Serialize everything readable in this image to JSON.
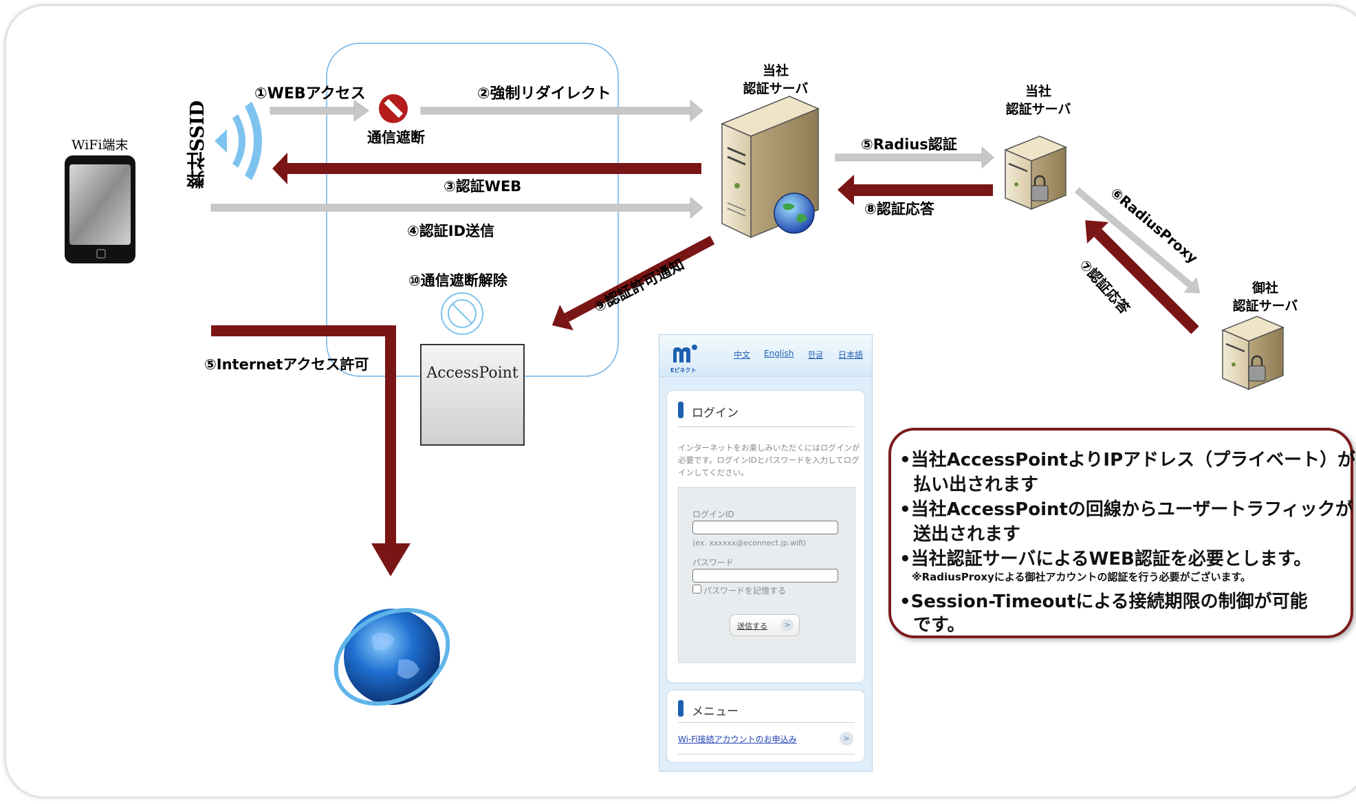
{
  "labels": {
    "wifi_terminal": "WiFi端末",
    "ssid": "弊社SSID",
    "step1": "①WEBアクセス",
    "step2": "②強制リダイレクト",
    "block": "通信遮断",
    "step3": "③認証WEB",
    "step4": "④認証ID送信",
    "step10": "⑩通信遮断解除",
    "step9": "⑨認証許可通知",
    "step5_internet": "⑤Internetアクセス許可",
    "access_point": "AccessPoint",
    "auth_server_main_line1": "当社",
    "auth_server_main_line2": "認証サーバ",
    "auth_server_radius_line1": "当社",
    "auth_server_radius_line2": "認証サーバ",
    "client_server_line1": "御社",
    "client_server_line2": "認証サーバ",
    "step5_radius": "⑤Radius認証",
    "step8": "⑧認証応答",
    "step6": "⑥RadiusProxy",
    "step7": "⑦認証応答"
  },
  "login_screen": {
    "logo_text": "Eビネクト",
    "languages": [
      "中文",
      "English",
      "한글",
      "日本語"
    ],
    "login_title": "ログイン",
    "description": "インターネットをお楽しみいただくにはログインが必要です。ログインIDとパスワードを入力してログインしてください。",
    "login_id_label": "ログインID",
    "login_id_hint": "(ex. xxxxxx@econnect.jp.wifi)",
    "password_label": "パスワード",
    "remember_label": "パスワードを記憶する",
    "send_button": "送信する",
    "menu_title": "メニュー",
    "menu_link": "Wi-Fi接続アカウントのお申込み"
  },
  "info_box": {
    "line1a": "•当社AccessPointよりIPアドレス（プライベート）が",
    "line1b": "払い出されます",
    "line2a": "•当社AccessPointの回線からユーザートラフィックが",
    "line2b": "送出されます",
    "line3": "•当社認証サーバによるWEB認証を必要とします。",
    "line3_note": "※RadiusProxyによる御社アカウントの認証を行う必要がございます。",
    "line4a": "•Session-Timeoutによる接続期限の制御が可能",
    "line4b": "です。"
  },
  "colors": {
    "dark_red": "#7a1515",
    "grey_arrow": "#c8c8c8",
    "info_border": "#7b1c1c",
    "link_blue": "#1f5fb4"
  }
}
